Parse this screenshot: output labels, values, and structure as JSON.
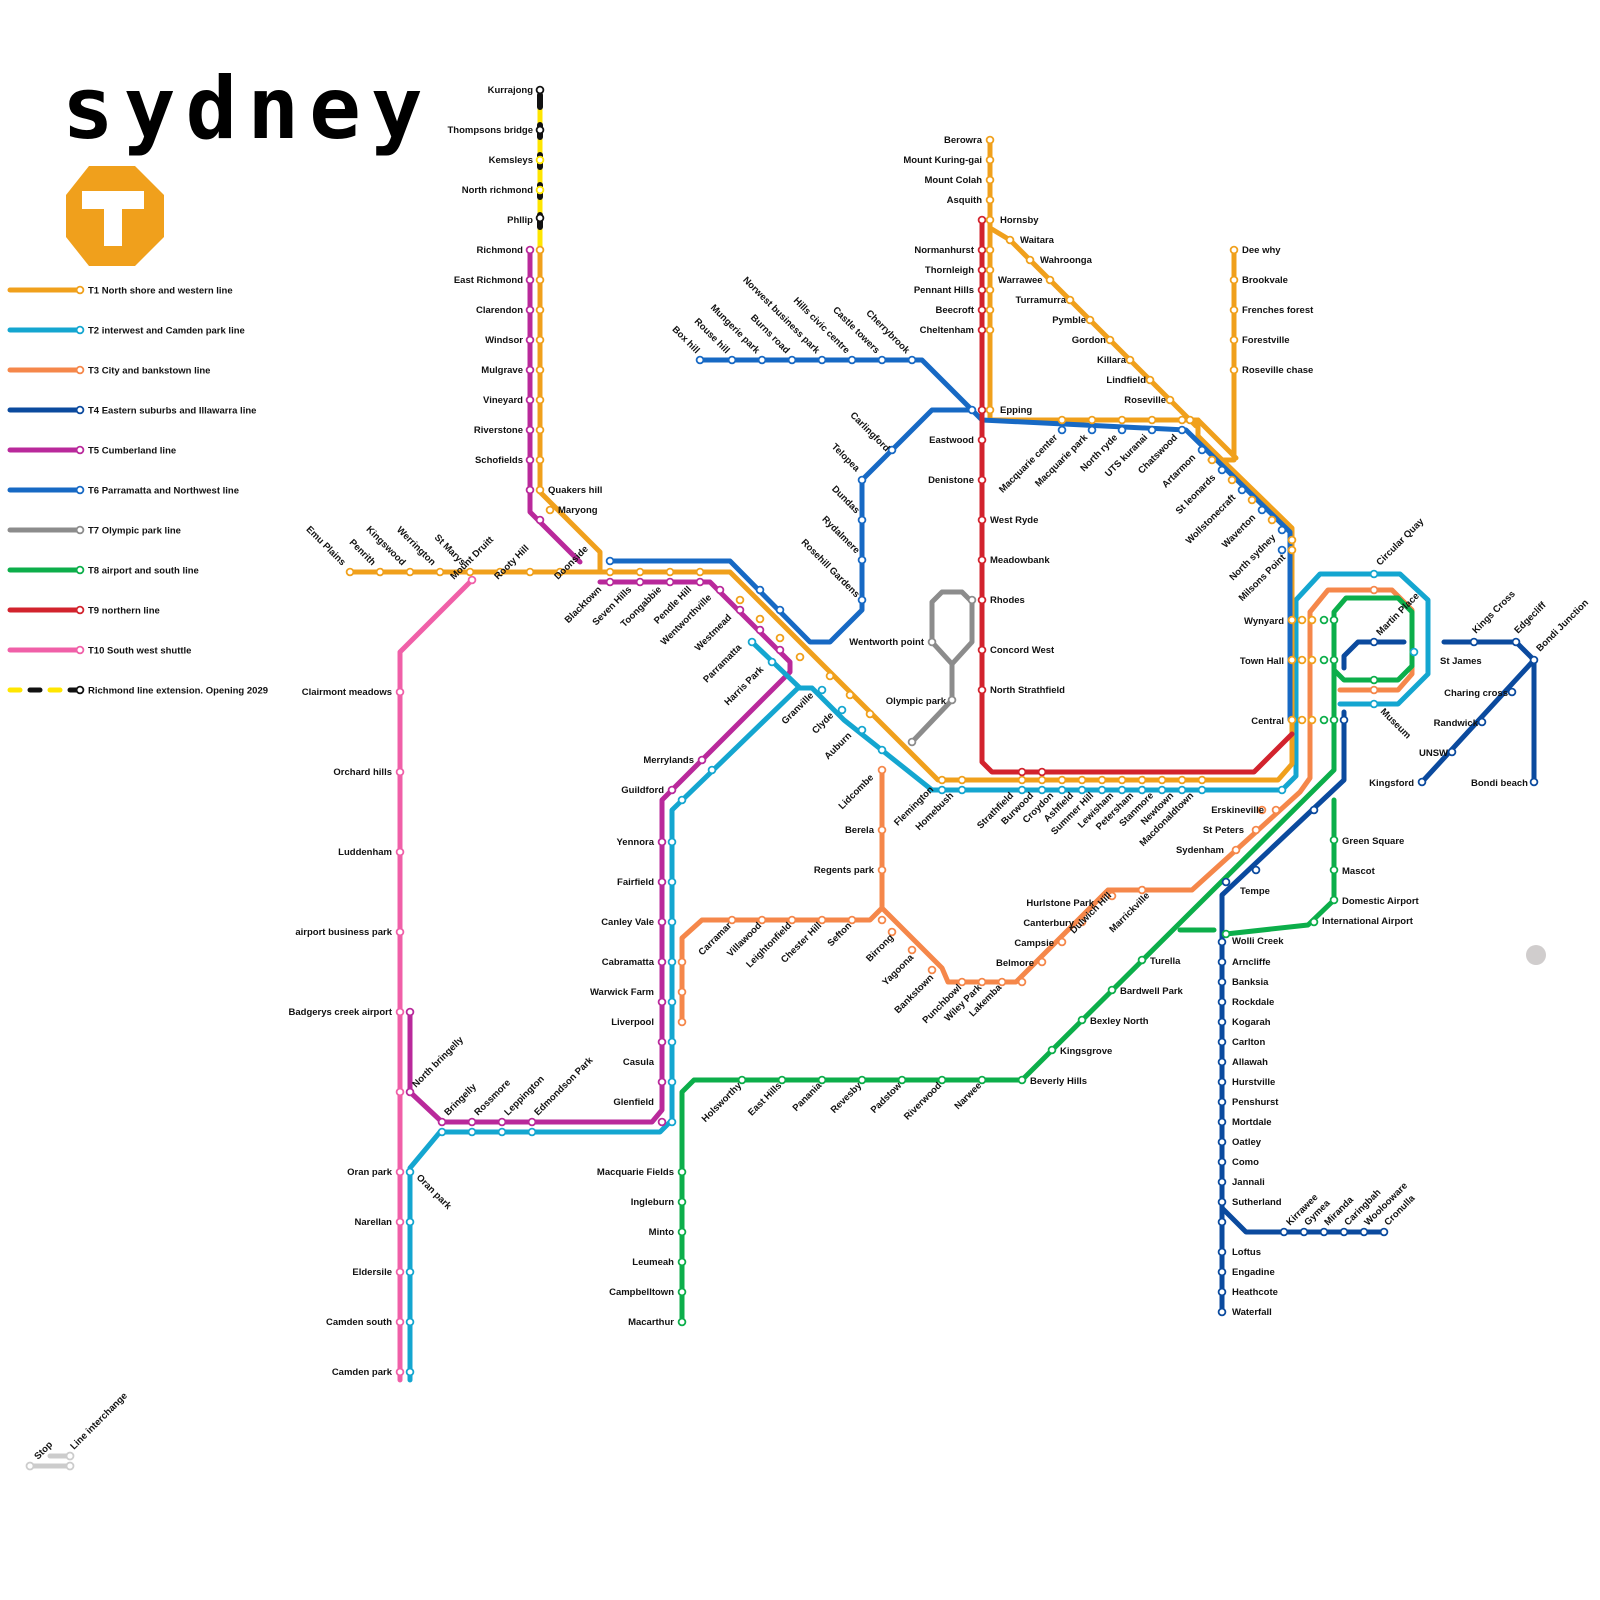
{
  "title": "sydney",
  "logo_letter": "T",
  "colors": {
    "T1": "#f0a01c",
    "T2": "#14a6d0",
    "T3": "#f5874a",
    "T4": "#0b4a9e",
    "T5": "#b9299b",
    "T6": "#1769c4",
    "T7": "#8c8c8c",
    "T8": "#0cae4a",
    "T9": "#d2232d",
    "T10": "#f060a8",
    "ext_yellow": "#ffe600",
    "ext_black": "#111111",
    "key": "#cccccc"
  },
  "legend": [
    {
      "line": "T1",
      "label": "T1 North shore and western line"
    },
    {
      "line": "T2",
      "label": "T2 interwest and Camden park line"
    },
    {
      "line": "T3",
      "label": "T3 City and bankstown line"
    },
    {
      "line": "T4",
      "label": "T4 Eastern suburbs and Illawarra line"
    },
    {
      "line": "T5",
      "label": "T5 Cumberland line"
    },
    {
      "line": "T6",
      "label": "T6 Parramatta and Northwest line"
    },
    {
      "line": "T7",
      "label": "T7 Olympic park line"
    },
    {
      "line": "T8",
      "label": "T8 airport and south line"
    },
    {
      "line": "T9",
      "label": "T9 northern line"
    },
    {
      "line": "T10",
      "label": "T10 South west shuttle"
    },
    {
      "line": "EXT",
      "label": "Richmond line extension. Opening 2029"
    }
  ],
  "key": {
    "stop": "Stop",
    "interchange": "Line interchange"
  },
  "stations": {
    "kurrajong": "Kurrajong",
    "thompsons_bridge": "Thompsons bridge",
    "kemsleys": "Kemsleys",
    "north_richmond": "North richmond",
    "phllip": "Phllip",
    "richmond": "Richmond",
    "east_richmond": "East Richmond",
    "clarendon": "Clarendon",
    "windsor": "Windsor",
    "mulgrave": "Mulgrave",
    "vineyard": "Vineyard",
    "riverstone": "Riverstone",
    "schofields": "Schofields",
    "quakers_hill": "Quakers hill",
    "marayong": "Maryong",
    "emu_plains": "Emu Plains",
    "penrith": "Penrith",
    "kingswood": "Kingswood",
    "werrington": "Werrington",
    "st_marys": "St Marys",
    "mount_druitt": "Mount Druitt",
    "rooty_hill": "Rooty Hill",
    "doonside": "Doonside",
    "blacktown": "Blacktown",
    "seven_hills": "Seven Hills",
    "toongabbie": "Toongabbie",
    "pendle_hill": "Pendle Hill",
    "wentworthville": "Wentworthville",
    "westmead": "Westmead",
    "parramatta": "Parramatta",
    "harris_park": "Harris Park",
    "granville": "Granville",
    "clyde": "Clyde",
    "auburn": "Auburn",
    "lidcombe": "Lidcombe",
    "flemington": "Flemington",
    "homebush": "Homebush",
    "strathfield": "Strathfield",
    "burwood": "Burwood",
    "croydon": "Croydon",
    "ashfield": "Ashfield",
    "summer_hill": "Summer Hill",
    "lewisham": "Lewisham",
    "petersham": "Petersham",
    "stanmore": "Stanmore",
    "newtown": "Newtown",
    "macdonaldtown": "Macdonaldtown",
    "erskineville": "Erskineville",
    "st_peters": "St Peters",
    "sydenham": "Sydenham",
    "tempe": "Tempe",
    "wolli_creek": "Wolli Creek",
    "arncliffe": "Arncliffe",
    "banksia": "Banksia",
    "rockdale": "Rockdale",
    "kogarah": "Kogarah",
    "carlton": "Carlton",
    "allawah": "Allawah",
    "hurstville": "Hurstville",
    "penshurst": "Penshurst",
    "mortdale": "Mortdale",
    "oatley": "Oatley",
    "como": "Como",
    "jannali": "Jannali",
    "sutherland": "Sutherland",
    "loftus": "Loftus",
    "engadine": "Engadine",
    "heathcote": "Heathcote",
    "waterfall": "Waterfall",
    "kirrawee": "Kirrawee",
    "gymea": "Gymea",
    "miranda": "Miranda",
    "caringbah": "Caringbah",
    "woolooware": "Woolooware",
    "cronulla": "Cronulla",
    "berowra": "Berowra",
    "mount_kuring_gai": "Mount Kuring-gai",
    "mount_colah": "Mount Colah",
    "asquith": "Asquith",
    "hornsby": "Hornsby",
    "waitara": "Waitara",
    "wahroonga": "Wahroonga",
    "warrawee": "Warrawee",
    "turramurra": "Turramurra",
    "pymble": "Pymble",
    "gordon": "Gordon",
    "killara": "Killara",
    "lindfield": "Lindfield",
    "roseville": "Roseville",
    "chatswood": "Chatswood",
    "artarmon": "Artarmon",
    "st_leonards": "St leonards",
    "wollstonecraft": "Wollstonecraft",
    "waverton": "Waverton",
    "north_sydney": "North sydney",
    "milsons_point": "Milsons Point",
    "wynyard": "Wynyard",
    "town_hall": "Town Hall",
    "central": "Central",
    "circular_quay": "Circular Quay",
    "martin_place": "Martin Place",
    "st_james": "St James",
    "museum": "Museum",
    "kings_cross": "Kings Cross",
    "edgecliff": "Edgecliff",
    "bondi_junction": "Bondi Junction",
    "charing_cross": "Charing cross",
    "randwick": "Randwick",
    "unsw": "UNSW",
    "kingsford": "Kingsford",
    "bondi_beach": "Bondi beach",
    "dee_why": "Dee why",
    "brookvale": "Brookvale",
    "frenches_forest": "Frenches forest",
    "forestville": "Forestville",
    "roseville_chase": "Roseville chase",
    "normanhurst": "Normanhurst",
    "thornleigh": "Thornleigh",
    "pennant_hills": "Pennant Hills",
    "beecroft": "Beecroft",
    "cheltenham": "Cheltenham",
    "epping": "Epping",
    "eastwood": "Eastwood",
    "denistone": "Denistone",
    "west_ryde": "West Ryde",
    "meadowbank": "Meadowbank",
    "rhodes": "Rhodes",
    "concord_west": "Concord West",
    "north_strathfield": "North Strathfield",
    "macquarie_center": "Macquarie center",
    "macquarie_park": "Macquarie park",
    "north_ryde": "North ryde",
    "uts_kuranai": "UTS kuranai",
    "box_hill": "Box hill",
    "rouse_hill": "Rouse hill",
    "mungerie_park": "Mungerie park",
    "burns_road": "Burns road",
    "norwest_business_park": "Norwest business park",
    "hills_civic_centre": "Hills civic centre",
    "castle_towers": "Castle towers",
    "cherrybrook": "Cherrybrook",
    "carlingford": "Carlingford",
    "telopea": "Telopea",
    "dundas": "Dundas",
    "rydalmere": "Rydalmere",
    "rosehill_gardens": "Rosehill Gardens",
    "wentworth_point": "Wentworth point",
    "olympic_park": "Olympic park",
    "merrylands": "Merrylands",
    "guildford": "Guildford",
    "yennora": "Yennora",
    "fairfield": "Fairfield",
    "canley_vale": "Canley Vale",
    "cabramatta": "Cabramatta",
    "warwick_farm": "Warwick Farm",
    "liverpool": "Liverpool",
    "casula": "Casula",
    "glenfield": "Glenfield",
    "macquarie_fields": "Macquarie Fields",
    "ingleburn": "Ingleburn",
    "minto": "Minto",
    "leumeah": "Leumeah",
    "campbelltown": "Campbelltown",
    "macarthur": "Macarthur",
    "carramar": "Carramar",
    "villawood": "Villawood",
    "leightonfield": "Leightonfield",
    "chester_hill": "Chester Hill",
    "sefton": "Sefton",
    "berela": "Berela",
    "regents_park": "Regents park",
    "birrong": "Birrong",
    "yagoona": "Yagoona",
    "bankstown": "Bankstown",
    "punchbowl": "Punchbowl",
    "wiley_park": "Wiley Park",
    "lakemba": "Lakemba",
    "belmore": "Belmore",
    "campsie": "Campsie",
    "canterbury": "Canterbury",
    "hurlstone_park": "Hurlstone Park",
    "dulwich_hill": "Dulwich Hill",
    "marrickville": "Marrickville",
    "holsworthy": "Holsworthy",
    "east_hills": "East Hills",
    "panania": "Panania",
    "revesby": "Revesby",
    "padstow": "Padstow",
    "riverwood": "Riverwood",
    "narwee": "Narwee",
    "beverly_hills": "Beverly Hills",
    "kingsgrove": "Kingsgrove",
    "bexley_north": "Bexley North",
    "bardwell_park": "Bardwell Park",
    "turella": "Turella",
    "international_airport": "International Airport",
    "domestic_airport": "Domestic Airport",
    "mascot": "Mascot",
    "green_square": "Green Square",
    "clairmont_meadows": "Clairmont meadows",
    "orchard_hills": "Orchard hills",
    "luddenham": "Luddenham",
    "airport_business_park": "airport business park",
    "badgerys_creek_airport": "Badgerys creek airport",
    "north_bringelly": "North bringelly",
    "bringelly": "Bringelly",
    "rossmore": "Rossmore",
    "leppington": "Leppington",
    "edmondson_park": "Edmondson Park",
    "oran_park": "Oran park",
    "narellan": "Narellan",
    "eldersile": "Eldersile",
    "camden_south": "Camden south",
    "camden_park": "Camden park"
  }
}
